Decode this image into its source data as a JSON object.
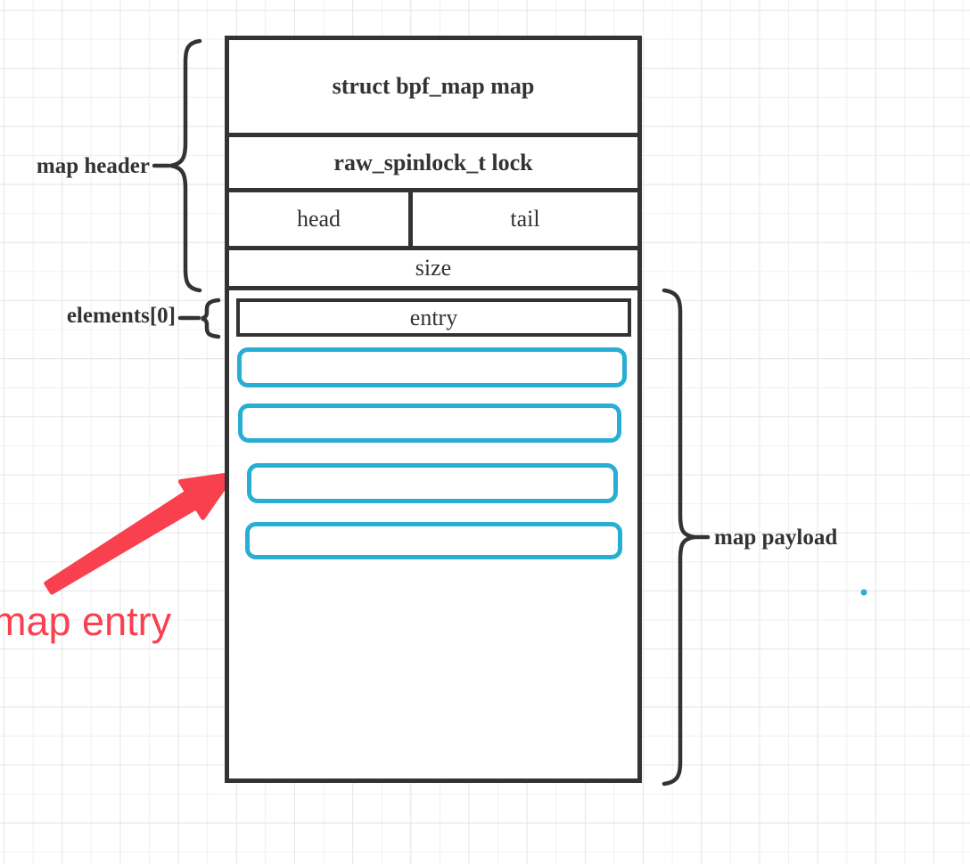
{
  "colors": {
    "stroke_dark": "#333333",
    "accent_cyan": "#29aed3",
    "accent_red": "#f8404e"
  },
  "map_box": {
    "rows": [
      {
        "label": "struct bpf_map map",
        "style": "bold"
      },
      {
        "label": "raw_spinlock_t lock",
        "style": "bold"
      },
      {
        "cells": [
          "head",
          "tail"
        ]
      },
      {
        "label": "size"
      }
    ],
    "entry_label": "entry",
    "payload_slots": 4
  },
  "labels": {
    "map_header": "map header",
    "elements0": "elements[0]",
    "map_payload": "map payload",
    "map_entry": "map entry"
  }
}
